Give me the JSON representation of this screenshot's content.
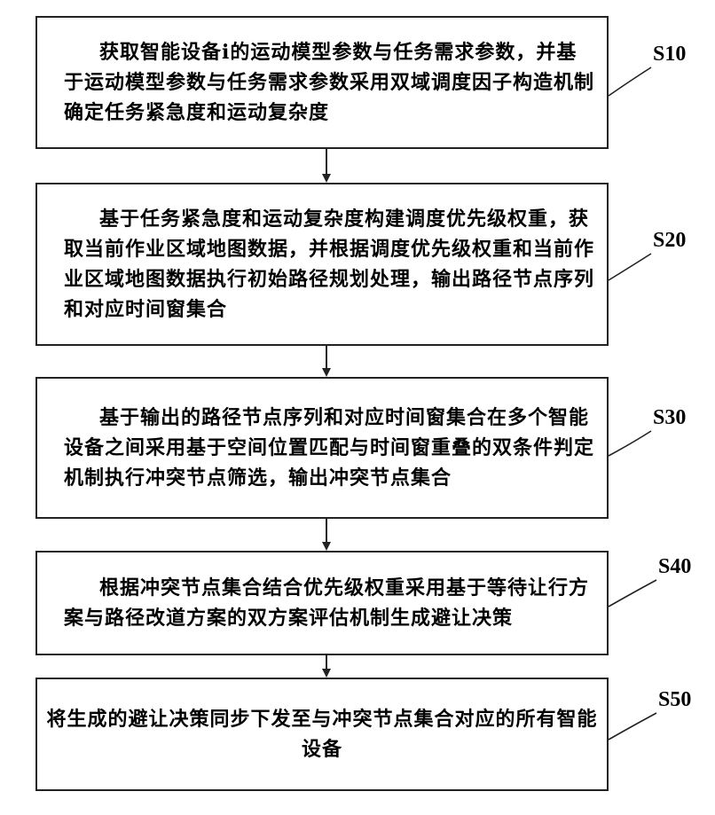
{
  "steps": [
    {
      "id": "S10",
      "label": "S10",
      "text": "获取智能设备i的运动模型参数与任务需求参数，并基于运动模型参数与任务需求参数采用双域调度因子构造机制确定任务紧急度和运动复杂度"
    },
    {
      "id": "S20",
      "label": "S20",
      "text": "基于任务紧急度和运动复杂度构建调度优先级权重，获取当前作业区域地图数据，并根据调度优先级权重和当前作业区域地图数据执行初始路径规划处理，输出路径节点序列和对应时间窗集合"
    },
    {
      "id": "S30",
      "label": "S30",
      "text": "基于输出的路径节点序列和对应时间窗集合在多个智能设备之间采用基于空间位置匹配与时间窗重叠的双条件判定机制执行冲突节点筛选，输出冲突节点集合"
    },
    {
      "id": "S40",
      "label": "S40",
      "text": "根据冲突节点集合结合优先级权重采用基于等待让行方案与路径改道方案的双方案评估机制生成避让决策"
    },
    {
      "id": "S50",
      "label": "S50",
      "text": "将生成的避让决策同步下发至与冲突节点集合对应的所有智能设备"
    }
  ]
}
